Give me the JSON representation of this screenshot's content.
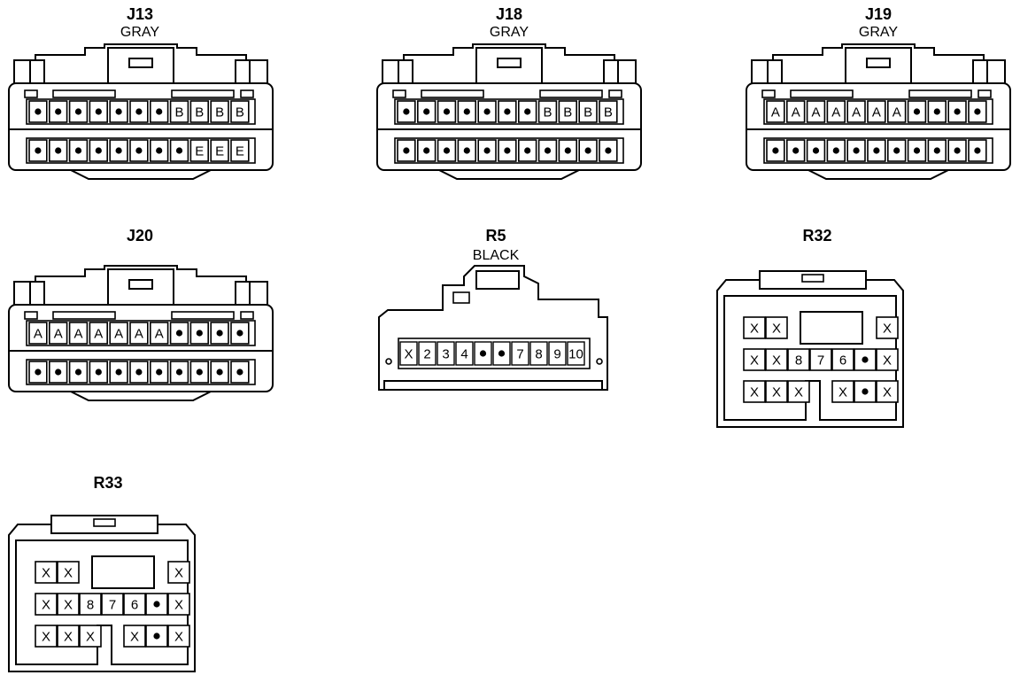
{
  "connectors": [
    {
      "id": "J13",
      "name": "J13",
      "color": "GRAY",
      "kind": "double-row-11",
      "rows": [
        [
          "•",
          "•",
          "•",
          "•",
          "•",
          "•",
          "•",
          "B",
          "B",
          "B",
          "B"
        ],
        [
          "•",
          "•",
          "•",
          "•",
          "•",
          "•",
          "•",
          "•",
          "E",
          "E",
          "E"
        ]
      ]
    },
    {
      "id": "J18",
      "name": "J18",
      "color": "GRAY",
      "kind": "double-row-11",
      "rows": [
        [
          "•",
          "•",
          "•",
          "•",
          "•",
          "•",
          "•",
          "B",
          "B",
          "B",
          "B"
        ],
        [
          "•",
          "•",
          "•",
          "•",
          "•",
          "•",
          "•",
          "•",
          "•",
          "•",
          "•"
        ]
      ]
    },
    {
      "id": "J19",
      "name": "J19",
      "color": "GRAY",
      "kind": "double-row-11",
      "rows": [
        [
          "A",
          "A",
          "A",
          "A",
          "A",
          "A",
          "A",
          "•",
          "•",
          "•",
          "•"
        ],
        [
          "•",
          "•",
          "•",
          "•",
          "•",
          "•",
          "•",
          "•",
          "•",
          "•",
          "•"
        ]
      ]
    },
    {
      "id": "J20",
      "name": "J20",
      "color": "",
      "kind": "double-row-11",
      "rows": [
        [
          "A",
          "A",
          "A",
          "A",
          "A",
          "A",
          "A",
          "•",
          "•",
          "•",
          "•"
        ],
        [
          "•",
          "•",
          "•",
          "•",
          "•",
          "•",
          "•",
          "•",
          "•",
          "•",
          "•"
        ]
      ]
    },
    {
      "id": "R5",
      "name": "R5",
      "color": "BLACK",
      "kind": "single-row-10",
      "rows": [
        [
          "X",
          "2",
          "3",
          "4",
          "•",
          "•",
          "7",
          "8",
          "9",
          "10"
        ]
      ]
    },
    {
      "id": "R32",
      "name": "R32",
      "color": "",
      "kind": "block-7",
      "rows": [
        [
          "X",
          "X",
          "",
          "",
          "",
          "",
          "X"
        ],
        [
          "X",
          "X",
          "8",
          "7",
          "6",
          "•",
          "X"
        ],
        [
          "X",
          "X",
          "X",
          "",
          "X",
          "•",
          "X"
        ]
      ]
    },
    {
      "id": "R33",
      "name": "R33",
      "color": "",
      "kind": "block-7",
      "rows": [
        [
          "X",
          "X",
          "",
          "",
          "",
          "",
          "X"
        ],
        [
          "X",
          "X",
          "8",
          "7",
          "6",
          "•",
          "X"
        ],
        [
          "X",
          "X",
          "X",
          "",
          "X",
          "•",
          "X"
        ]
      ]
    }
  ]
}
